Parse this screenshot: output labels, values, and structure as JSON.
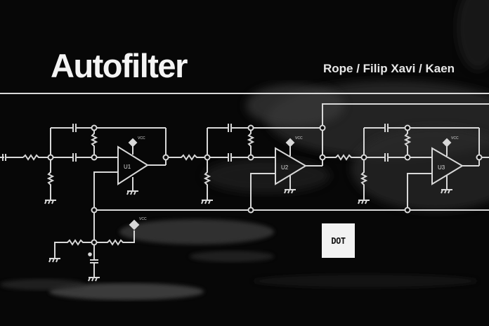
{
  "release": {
    "title": "Autofilter",
    "artists": "Rope / Filip Xavi / Kaen",
    "label_logo": "DOT"
  },
  "schematic": {
    "opamps": [
      {
        "ref": "U1",
        "supply": "VCC"
      },
      {
        "ref": "U2",
        "supply": "VCC"
      },
      {
        "ref": "U3",
        "supply": "VCC"
      }
    ],
    "bias_supply": "VCC"
  },
  "colors": {
    "background": "#060606",
    "line": "#d8d8d8",
    "text": "#f4f4f4",
    "logo_bg": "#f2f2f2"
  }
}
